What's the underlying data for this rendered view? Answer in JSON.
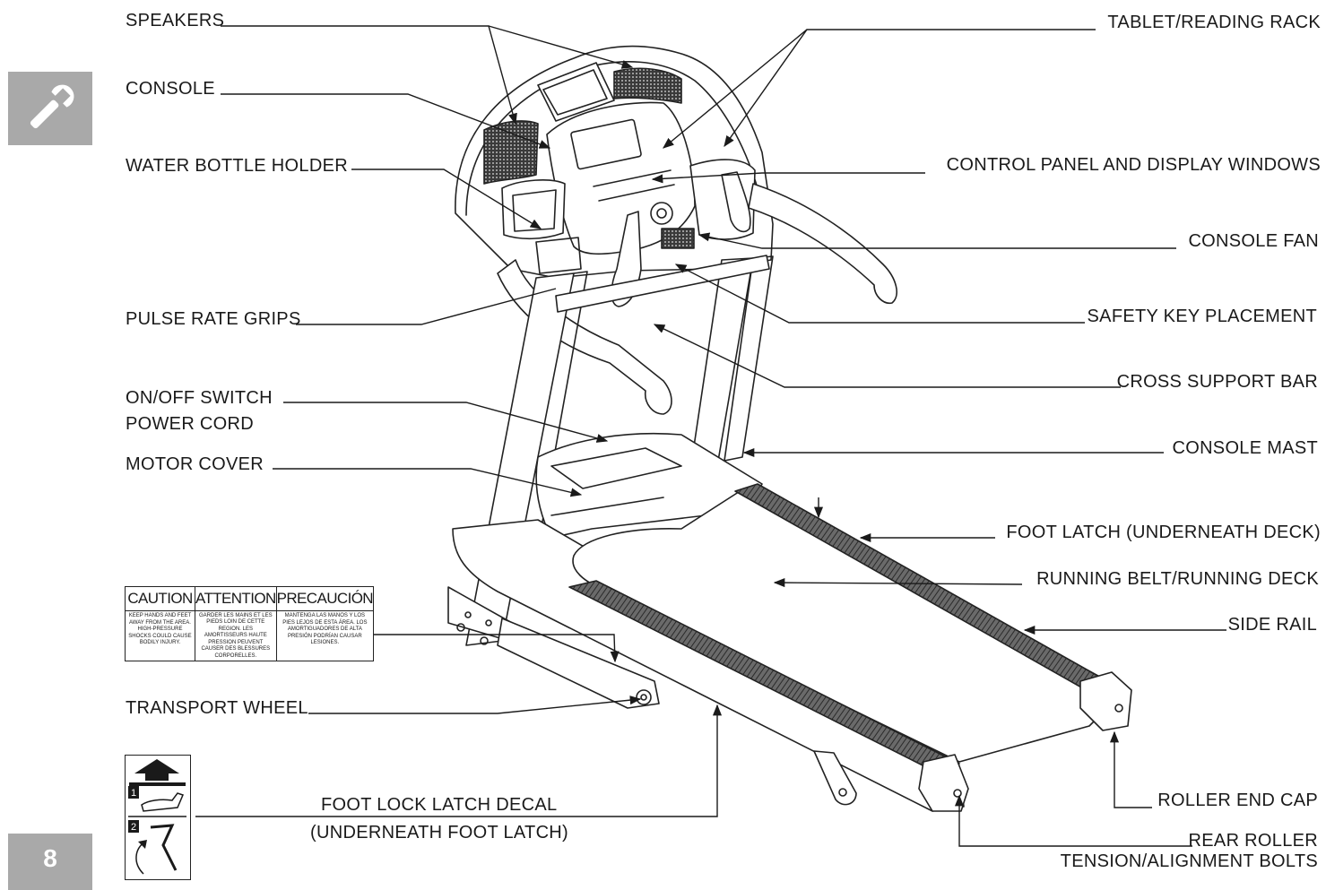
{
  "labels": {
    "speakers": "SPEAKERS",
    "console": "CONSOLE",
    "water_bottle_holder": "WATER BOTTLE HOLDER",
    "pulse_rate_grips": "PULSE RATE GRIPS",
    "on_off_switch": "ON/OFF SWITCH",
    "power_cord": "POWER CORD",
    "motor_cover": "MOTOR COVER",
    "transport_wheel": "TRANSPORT WHEEL",
    "foot_lock_latch_decal": "FOOT LOCK LATCH DECAL",
    "foot_lock_latch_decal_sub": "(UNDERNEATH FOOT LATCH)",
    "tablet_reading_rack": "TABLET/READING RACK",
    "control_panel": "CONTROL PANEL AND DISPLAY WINDOWS",
    "console_fan": "CONSOLE FAN",
    "safety_key": "SAFETY KEY PLACEMENT",
    "cross_support_bar": "CROSS SUPPORT BAR",
    "console_mast": "CONSOLE MAST",
    "foot_latch": "FOOT LATCH (UNDERNEATH DECK)",
    "running_belt": "RUNNING BELT/RUNNING DECK",
    "side_rail": "SIDE RAIL",
    "roller_end_cap": "ROLLER END CAP",
    "rear_roller": "REAR ROLLER",
    "rear_roller_sub": "TENSION/ALIGNMENT BOLTS"
  },
  "caution_decal": {
    "columns": [
      {
        "title": "CAUTION",
        "text": "Keep hands and feet away from the area. High-pressure shocks could cause bodily injury."
      },
      {
        "title": "ATTENTION",
        "text": "Garder les mains et les pieds loin de cette region. Les amortisseurs haute pression peuvent causer des blessures corporelles."
      },
      {
        "title": "PRECAUCIÓN",
        "text": "Mantenga las manos y los pies lejos de esta área. Los amortiguadores de alta presión podrían causar lesiones."
      }
    ]
  },
  "lock_decal": {
    "step1": "1",
    "step2": "2"
  },
  "page": {
    "number": "8",
    "section_icon": "wrench-icon"
  },
  "colors": {
    "tab_gray": "#a9a9a9",
    "line": "#1a1a1a"
  }
}
